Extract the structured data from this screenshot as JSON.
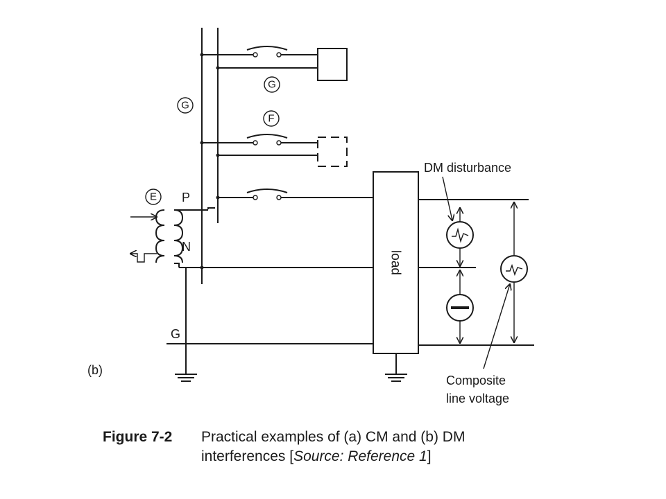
{
  "labels": {
    "g_bus": "G",
    "g_outlet": "G",
    "f_outlet": "F",
    "e_source": "E",
    "phase": "P",
    "neutral": "N",
    "ground": "G",
    "part": "(b)",
    "load": "load",
    "dm_disturbance": "DM disturbance",
    "composite_line1": "Composite",
    "composite_line2": "line voltage"
  },
  "caption": {
    "number": "Figure 7-2",
    "text_before": "Practical examples of (a) CM and (b) DM interferences [",
    "source": "Source: Reference 1",
    "text_after": "]"
  }
}
